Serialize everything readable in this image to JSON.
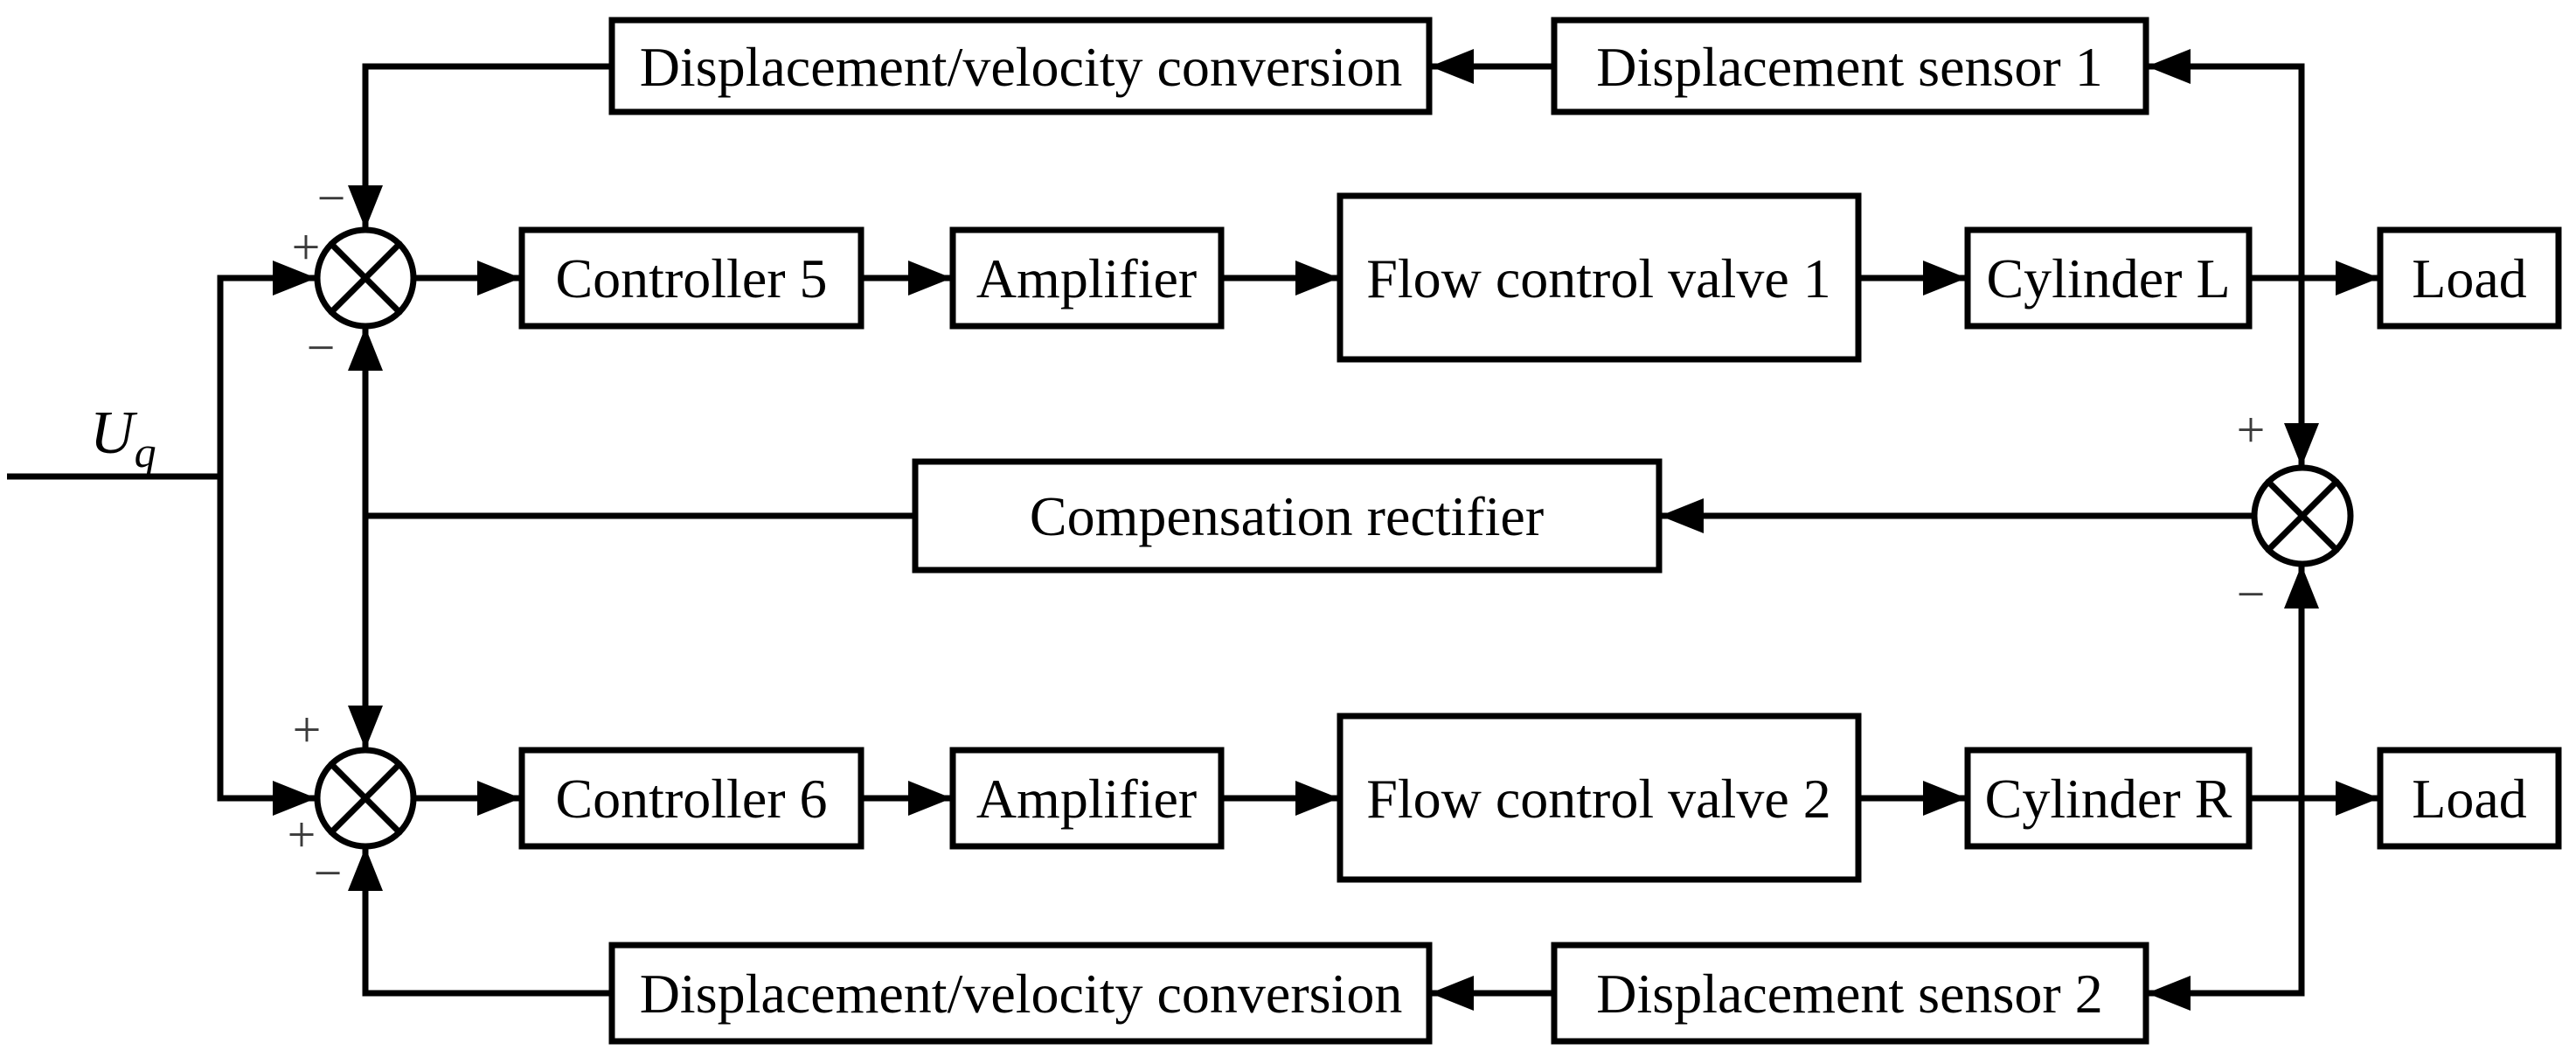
{
  "figure": {
    "type": "control-system-block-diagram",
    "background_color": "#ffffff",
    "stroke_color": "#000000",
    "sign_color": "#3b3b3b",
    "input": {
      "symbol": "U",
      "subscript": "q"
    },
    "blocks": {
      "conversion_top": "Displacement/velocity conversion",
      "sensor_top": "Displacement sensor 1",
      "controller_top": "Controller 5",
      "amplifier_top": "Amplifier",
      "valve_top": "Flow control valve 1",
      "cylinder_top": "Cylinder L",
      "load_top": "Load",
      "compensation": "Compensation rectifier",
      "controller_bottom": "Controller 6",
      "amplifier_bottom": "Amplifier",
      "valve_bottom": "Flow control valve 2",
      "cylinder_bottom": "Cylinder R",
      "load_bottom": "Load",
      "conversion_bottom": "Displacement/velocity conversion",
      "sensor_bottom": "Displacement sensor 2"
    },
    "junction_signs": {
      "upper": {
        "top": "−",
        "left": "+",
        "bottom": "−"
      },
      "lower": {
        "top": "+",
        "left": "+",
        "bottom": "−"
      },
      "right": {
        "top": "+",
        "bottom": "−"
      }
    }
  }
}
